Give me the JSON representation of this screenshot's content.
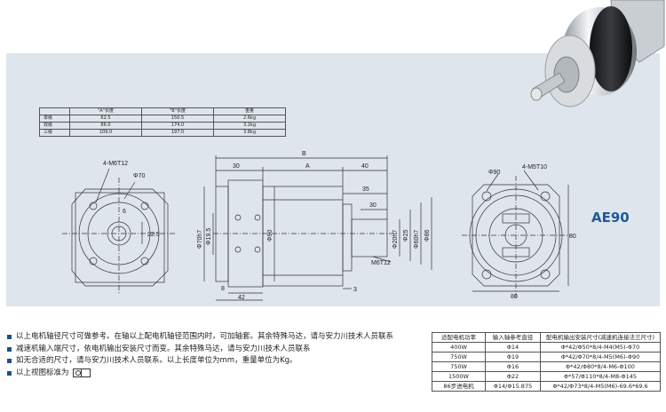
{
  "model": "AE90",
  "spec_table": {
    "headers": [
      "",
      "\"A\"长度",
      "\"B\"长度",
      "重量"
    ],
    "rows": [
      [
        "单级",
        "62.5",
        "150.5",
        "2.6kg"
      ],
      [
        "双级",
        "86.0",
        "174.0",
        "3.2kg"
      ],
      [
        "三级",
        "109.0",
        "197.0",
        "3.8kg"
      ]
    ]
  },
  "drawing": {
    "left_view": {
      "thread": "4-M6T12",
      "dia": "Φ70",
      "dim": "22.5",
      "small": "6"
    },
    "side_view": {
      "B": "B",
      "A": "A",
      "d30a": "30",
      "d40": "40",
      "d35": "35",
      "d30b": "30",
      "phi70": "Φ70h7",
      "phi195": "Φ19.5",
      "phi90": "Φ90",
      "phi20": "Φ20h7",
      "phi25": "Φ25",
      "phi60": "Φ60h7",
      "phi86": "Φ86",
      "thread": "M6T12",
      "d8": "8",
      "d42": "42",
      "d3": "3"
    },
    "right_view": {
      "phi90": "Φ90",
      "thread": "4-M5T10",
      "d80a": "80",
      "d80b": "80"
    }
  },
  "notes": [
    "以上电机轴径尺寸可做参考。在轴以上配电机轴径范围内时，可加轴套。其余特殊马达，请与安力川技术人员联系",
    "减速机输入端尺寸，依电机输出安装尺寸而变。其余特殊马达，请与安力川技术人员联系",
    "如无合适的尺寸，请与安力川技术人员联系。以上长度单位为mm，重量单位为Kg。",
    "以上视图标准为"
  ],
  "motor_table": {
    "headers": [
      "适配电机功率",
      "输入轴参考直径",
      "配电机输出安装尺寸(减速机连接法兰尺寸)"
    ],
    "rows": [
      [
        "400W",
        "Φ14",
        "Φ*42/Φ50*8/4-M4(M5)-Φ70"
      ],
      [
        "750W",
        "Φ19",
        "Φ*42/Φ70*8/4-M5(M6)-Φ90"
      ],
      [
        "750W",
        "Φ16",
        "Φ*42/Φ80*8/4-M6-Φ100"
      ],
      [
        "1500W",
        "Φ22",
        "Φ*57/Φ110*8/4-M8-Φ145"
      ],
      [
        "86步进电机",
        "Φ14/Φ15.875",
        "Φ*42/Φ73*8/4-M5(M6)-69.6*69.6"
      ]
    ]
  }
}
